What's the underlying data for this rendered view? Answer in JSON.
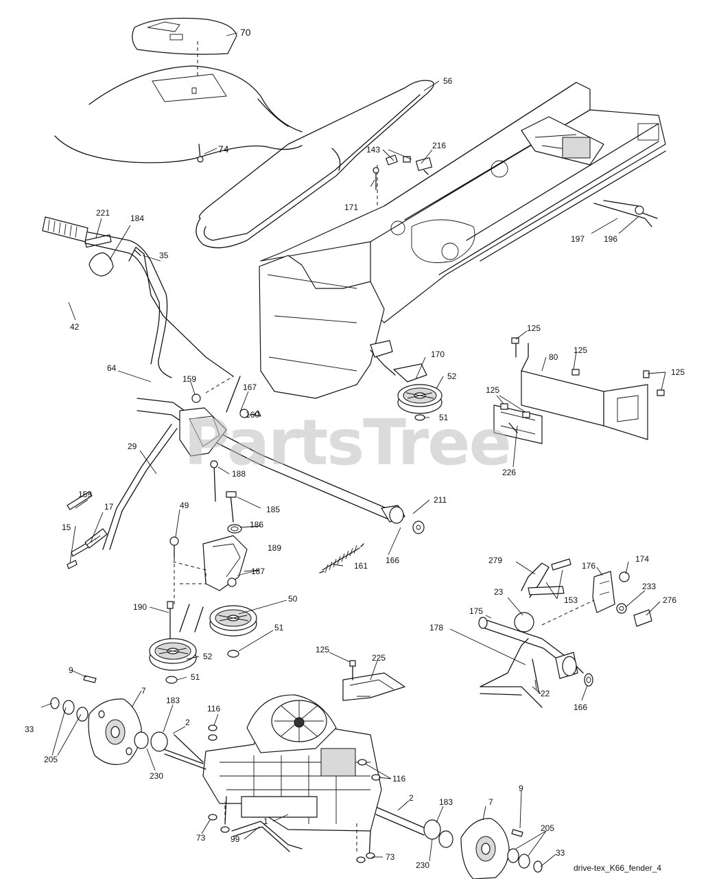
{
  "watermark": "PartsTree",
  "diagram_name": "drive-tex_K66_fender_4",
  "callouts": {
    "c70": "70",
    "c74": "74",
    "c56": "56",
    "c143": "143",
    "c216": "216",
    "c171": "171",
    "c197": "197",
    "c196": "196",
    "c221": "221",
    "c184": "184",
    "c35": "35",
    "c42": "42",
    "c64": "64",
    "c159a": "159",
    "c167": "167",
    "c160": "160",
    "c170": "170",
    "c52a": "52",
    "c51a": "51",
    "c125a": "125",
    "c80": "80",
    "c125b": "125",
    "c125c": "125",
    "c125d": "125",
    "c226": "226",
    "c29": "29",
    "c188": "188",
    "c185": "185",
    "c186": "186",
    "c211": "211",
    "c159b": "159",
    "c17": "17",
    "c15": "15",
    "c49": "49",
    "c189": "189",
    "c166a": "166",
    "c161": "161",
    "c187": "187",
    "c279": "279",
    "c176": "176",
    "c174": "174",
    "c233": "233",
    "c276": "276",
    "c23": "23",
    "c153": "153",
    "c175": "175",
    "c178": "178",
    "c190": "190",
    "c50": "50",
    "c51b": "51",
    "c52b": "52",
    "c51c": "51",
    "c125e": "125",
    "c225": "225",
    "c22": "22",
    "c166b": "166",
    "c9a": "9",
    "c7a": "7",
    "c183a": "183",
    "c116a": "116",
    "c2a": "2",
    "c33a": "33",
    "c205a": "205",
    "c230a": "230",
    "c116b": "116",
    "c2b": "2",
    "c183b": "183",
    "c7b": "7",
    "c9b": "9",
    "c73a": "73",
    "c99": "99",
    "c1": "1",
    "c73b": "73",
    "c230b": "230",
    "c205b": "205",
    "c33b": "33"
  }
}
